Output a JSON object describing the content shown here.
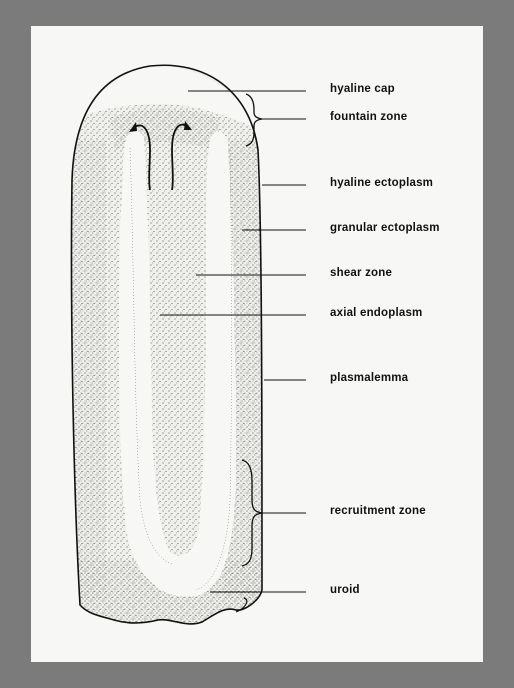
{
  "labels": {
    "hyaline_cap": "hyaline cap",
    "fountain_zone": "fountain zone",
    "hyaline_ectoplasm": "hyaline ectoplasm",
    "granular_ectoplasm": "granular ectoplasm",
    "shear_zone": "shear zone",
    "axial_endoplasm": "axial endoplasm",
    "plasmalemma": "plasmalemma",
    "recruitment_zone": "recruitment zone",
    "uroid": "uroid"
  },
  "colors": {
    "frame": "#7b7b7b",
    "paper": "#f7f7f5",
    "ink": "#111111",
    "stipple": "#4a4a4a"
  }
}
